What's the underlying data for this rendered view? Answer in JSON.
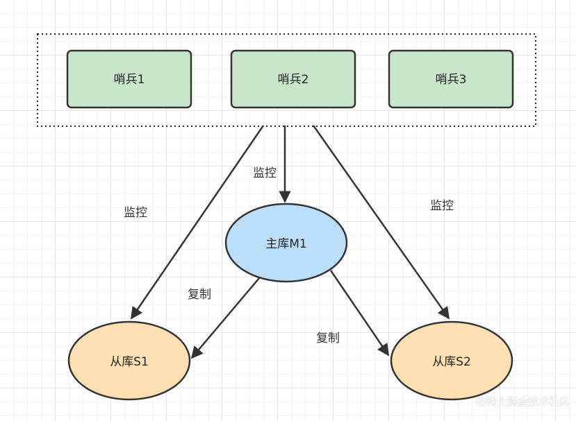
{
  "sentinels": [
    {
      "label": "哨兵1"
    },
    {
      "label": "哨兵2"
    },
    {
      "label": "哨兵3"
    }
  ],
  "master": {
    "label": "主库M1"
  },
  "replicas": [
    {
      "label": "从库S1"
    },
    {
      "label": "从库S2"
    }
  ],
  "edge_labels": {
    "monitor_left": "监控",
    "monitor_center": "监控",
    "monitor_right": "监控",
    "replicate_left": "复制",
    "replicate_right": "复制"
  },
  "watermark": "@稀土掘金技术社区",
  "colors": {
    "sentinel_fill": "#c8e6c9",
    "master_fill": "#bbdefb",
    "replica_fill": "#ffe0b2",
    "stroke": "#333333"
  }
}
